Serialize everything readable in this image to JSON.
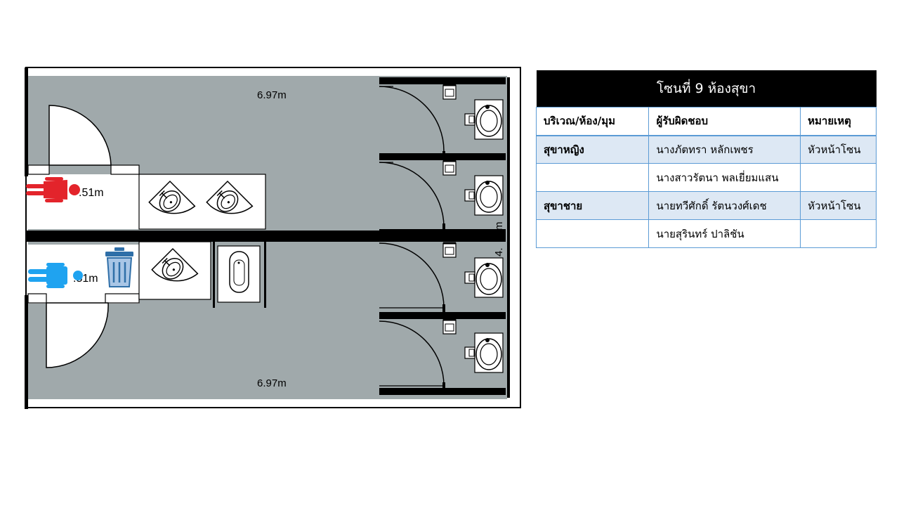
{
  "floor_plan": {
    "dim_top": "6.97m",
    "dim_bottom": "6.97m",
    "dim_right": "4.",
    "dim_right_unit": "m",
    "entrance_female_label": ".51m",
    "entrance_male_label": ".51m",
    "colors": {
      "floor": "#a0a9ab",
      "wall": "#000000",
      "female": "#e3242b",
      "male": "#1fa3f0",
      "bin": "#2f6fa8"
    },
    "icons": [
      "female-person-icon",
      "male-person-icon",
      "trash-bin-icon",
      "sink-icon",
      "toilet-icon",
      "urinal-icon",
      "toilet-paper-icon"
    ]
  },
  "table": {
    "title": "โซนที่ 9 ห้องสุขา",
    "headers": [
      "บริเวณ/ห้อง/มุม",
      "ผู้รับผิดชอบ",
      "หมายเหตุ"
    ],
    "rows": [
      {
        "area": "สุขาหญิง",
        "person": "นางภัตทรา หลักเพชร",
        "note": "หัวหน้าโซน"
      },
      {
        "area": "",
        "person": "นางสาวรัตนา พลเยี่ยมแสน",
        "note": ""
      },
      {
        "area": "สุขาชาย",
        "person": "นายทวีศักดิ์ รัตนวงศ์เดช",
        "note": "หัวหน้าโซน"
      },
      {
        "area": "",
        "person": "นายสุรินทร์ ปาลิชัน",
        "note": ""
      }
    ]
  }
}
